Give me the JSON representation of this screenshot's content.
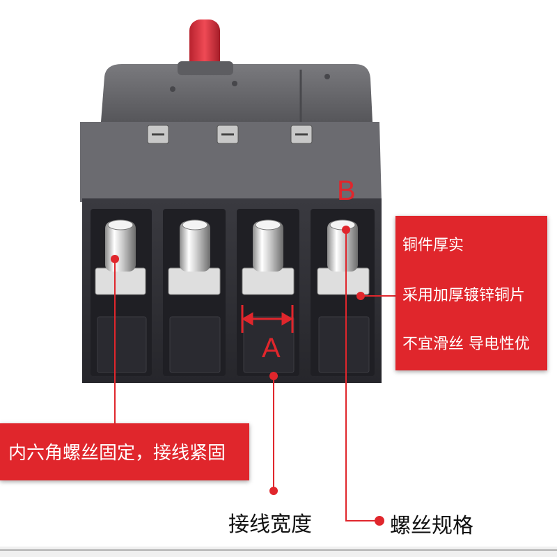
{
  "callouts": {
    "copper_lines": [
      "铜件厚实",
      "采用加厚镀锌铜片",
      "不宜滑丝 导电性优"
    ],
    "hex_screw": "内六角螺丝固定，接线紧固",
    "wiring_width": "接线宽度",
    "screw_spec": "螺丝规格"
  },
  "markers": {
    "a": "A",
    "b": "B"
  },
  "colors": {
    "accent": "#e0262c",
    "body_dark": "#2e2e33",
    "body_gray": "#6e6e72",
    "handle": "#d9323e"
  }
}
